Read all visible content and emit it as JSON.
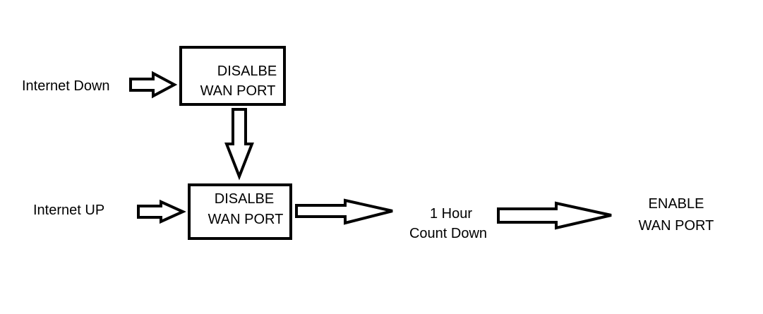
{
  "inputs": {
    "internet_down": "Internet Down",
    "internet_up": "Internet UP"
  },
  "boxes": {
    "top": {
      "line1": "DISALBE",
      "line2": "WAN PORT"
    },
    "bottom": {
      "line1": "DISALBE",
      "line2": "WAN PORT"
    }
  },
  "countdown": {
    "line1": "1 Hour",
    "line2": "Count Down"
  },
  "result": {
    "line1": "ENABLE",
    "line2": "WAN PORT"
  },
  "colors": {
    "stroke": "#000000",
    "background": "#ffffff"
  }
}
